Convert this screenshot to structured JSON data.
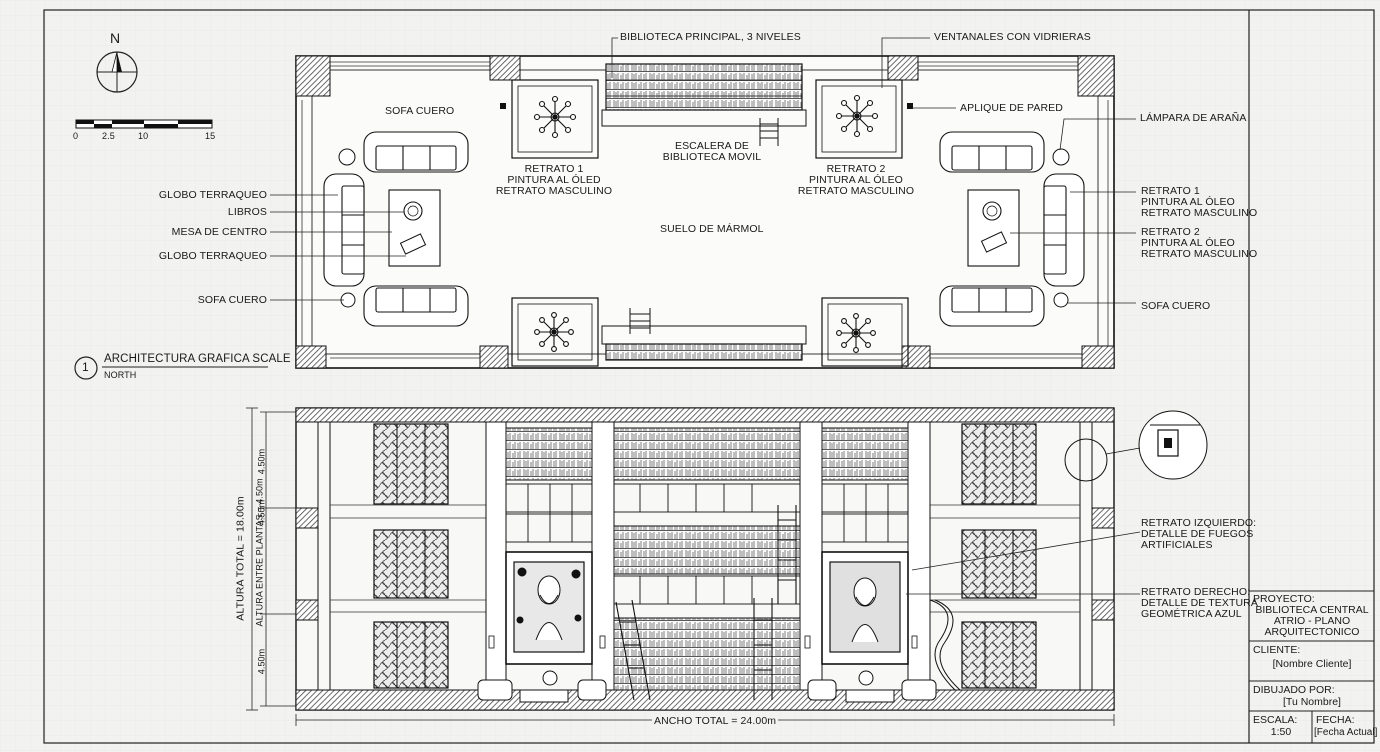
{
  "north_letter": "N",
  "scale_bar": {
    "ticks": [
      "0",
      "2.5",
      "10",
      "15"
    ]
  },
  "title_block": {
    "number": "1",
    "title": "ARCHITECTURA GRAFICA SCALE",
    "subtitle": "NORTH"
  },
  "plan_labels": {
    "biblioteca": "BIBLIOTECA PRINCIPAL, 3 NIVELES",
    "ventanales": "VENTANALES CON VIDRIERAS",
    "aplique": "APLIQUE DE PARED",
    "lampara": "LÁMPARA DE ARAÑA",
    "sofa_top": "SOFA CUERO",
    "escalera": [
      "ESCALERA DE",
      "BIBLIOTECA MOVIL"
    ],
    "retrato1_center": [
      "RETRATO 1",
      "PINTURA AL ÓLED",
      "RETRATO MASCULINO"
    ],
    "retrato2_center": [
      "RETRATO 2",
      "PINTURA AL ÓLEO",
      "RETRATO MASCULINO"
    ],
    "suelo": "SUELO DE MÁRMOL",
    "globo1": "GLOBO TERRAQUEO",
    "libros": "LIBROS",
    "mesa": "MESA DE CENTRO",
    "globo2": "GLOBO TERRAQUEO",
    "sofa_left": "SOFA CUERO",
    "sofa_right": "SOFA CUERO",
    "retrato1_right": [
      "RETRATO 1",
      "PINTURA AL ÓLEO",
      "RETRATO MASCULINO"
    ],
    "retrato2_right": [
      "RETRATO 2",
      "PINTURA AL ÓLEO",
      "RETRATO MASCULINO"
    ]
  },
  "elevation_labels": {
    "altura_total": "ALTURA TOTAL = 18.00m",
    "altura_plantas": "ALTURA ENTRE PLANTAS = 4.50m",
    "dim_top": "4.50m",
    "dim_mid": "4.50m",
    "dim_bottom": "4.50m",
    "ancho_total": "ANCHO TOTAL = 24.00m",
    "retrato_izq": [
      "RETRATO IZQUIERDO:",
      "DETALLE DE FUEGOS",
      "ARTIFICIALES"
    ],
    "retrato_der": [
      "RETRATO DERECHO:",
      "DETALLE DE TEXTURA",
      "GEOMÉTRICA AZUL"
    ]
  },
  "sheet_info": {
    "proyecto_label": "PROYECTO:",
    "proyecto_value": [
      "BIBLIOTECA CENTRAL",
      "ATRIO - PLANO",
      "ARQUITECTONICO"
    ],
    "cliente_label": "CLIENTE:",
    "cliente_value": "[Nombre Cliente]",
    "dibujado_label": "DIBUJADO POR:",
    "dibujado_value": "[Tu Nombre]",
    "escala_label": "ESCALA:",
    "escala_value": "1:50",
    "fecha_label": "FECHA:",
    "fecha_value": "[Fecha Actual]"
  },
  "colors": {
    "ink": "#1a1a1a",
    "paper": "#f2f2f0",
    "hatch": "#555555"
  }
}
